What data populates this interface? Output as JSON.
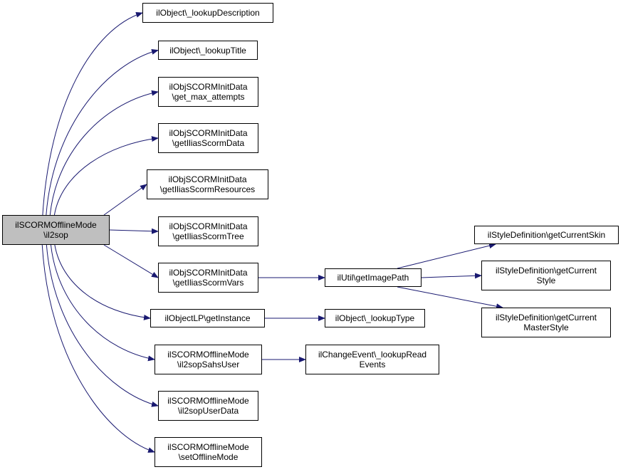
{
  "colors": {
    "edge": "#191970",
    "root_fill": "#bfbfbf",
    "node_fill": "#ffffff",
    "border": "#000000"
  },
  "nodes": [
    {
      "id": "root",
      "lines": [
        "ilSCORMOfflineMode",
        "\\il2sop"
      ],
      "root": true
    },
    {
      "id": "n1",
      "lines": [
        "ilObject\\_lookupDescription"
      ]
    },
    {
      "id": "n2",
      "lines": [
        "ilObject\\_lookupTitle"
      ]
    },
    {
      "id": "n3",
      "lines": [
        "ilObjSCORMInitData",
        "\\get_max_attempts"
      ]
    },
    {
      "id": "n4",
      "lines": [
        "ilObjSCORMInitData",
        "\\getIliasScormData"
      ]
    },
    {
      "id": "n5",
      "lines": [
        "ilObjSCORMInitData",
        "\\getIliasScormResources"
      ]
    },
    {
      "id": "n6",
      "lines": [
        "ilObjSCORMInitData",
        "\\getIliasScormTree"
      ]
    },
    {
      "id": "n7",
      "lines": [
        "ilObjSCORMInitData",
        "\\getIliasScormVars"
      ]
    },
    {
      "id": "n8",
      "lines": [
        "ilObjectLP\\getInstance"
      ]
    },
    {
      "id": "n9",
      "lines": [
        "ilSCORMOfflineMode",
        "\\il2sopSahsUser"
      ]
    },
    {
      "id": "n10",
      "lines": [
        "ilSCORMOfflineMode",
        "\\il2sopUserData"
      ]
    },
    {
      "id": "n11",
      "lines": [
        "ilSCORMOfflineMode",
        "\\setOfflineMode"
      ]
    },
    {
      "id": "n12",
      "lines": [
        "ilUtil\\getImagePath"
      ]
    },
    {
      "id": "n13",
      "lines": [
        "ilObject\\_lookupType"
      ]
    },
    {
      "id": "n14",
      "lines": [
        "ilChangeEvent\\_lookupRead",
        "Events"
      ]
    },
    {
      "id": "n15",
      "lines": [
        "ilStyleDefinition\\getCurrentSkin"
      ]
    },
    {
      "id": "n16",
      "lines": [
        "ilStyleDefinition\\getCurrent",
        "Style"
      ]
    },
    {
      "id": "n17",
      "lines": [
        "ilStyleDefinition\\getCurrent",
        "MasterStyle"
      ]
    }
  ],
  "edges": [
    [
      "root",
      "n1"
    ],
    [
      "root",
      "n2"
    ],
    [
      "root",
      "n3"
    ],
    [
      "root",
      "n4"
    ],
    [
      "root",
      "n5"
    ],
    [
      "root",
      "n6"
    ],
    [
      "root",
      "n7"
    ],
    [
      "root",
      "n8"
    ],
    [
      "root",
      "n9"
    ],
    [
      "root",
      "n10"
    ],
    [
      "root",
      "n11"
    ],
    [
      "n7",
      "n12"
    ],
    [
      "n8",
      "n13"
    ],
    [
      "n9",
      "n14"
    ],
    [
      "n12",
      "n15"
    ],
    [
      "n12",
      "n16"
    ],
    [
      "n12",
      "n17"
    ]
  ]
}
